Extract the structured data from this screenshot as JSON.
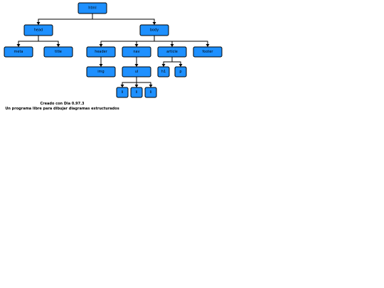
{
  "diagram": {
    "nodes": [
      {
        "id": "html",
        "label": "html"
      },
      {
        "id": "head",
        "label": "head"
      },
      {
        "id": "body",
        "label": "body"
      },
      {
        "id": "meta",
        "label": "meta"
      },
      {
        "id": "title",
        "label": "title"
      },
      {
        "id": "header",
        "label": "header"
      },
      {
        "id": "nav",
        "label": "nav"
      },
      {
        "id": "article",
        "label": "article"
      },
      {
        "id": "footer",
        "label": "footer"
      },
      {
        "id": "img",
        "label": "img"
      },
      {
        "id": "ul",
        "label": "ul"
      },
      {
        "id": "h1",
        "label": "h1"
      },
      {
        "id": "p",
        "label": "p"
      },
      {
        "id": "li1",
        "label": "li"
      },
      {
        "id": "li2",
        "label": "li"
      },
      {
        "id": "li3",
        "label": "li"
      }
    ],
    "edges": [
      {
        "from": "html",
        "to": "head"
      },
      {
        "from": "html",
        "to": "body"
      },
      {
        "from": "head",
        "to": "meta"
      },
      {
        "from": "head",
        "to": "title"
      },
      {
        "from": "body",
        "to": "header"
      },
      {
        "from": "body",
        "to": "nav"
      },
      {
        "from": "body",
        "to": "article"
      },
      {
        "from": "body",
        "to": "footer"
      },
      {
        "from": "header",
        "to": "img"
      },
      {
        "from": "nav",
        "to": "ul"
      },
      {
        "from": "article",
        "to": "h1"
      },
      {
        "from": "article",
        "to": "p"
      },
      {
        "from": "ul",
        "to": "li1"
      },
      {
        "from": "ul",
        "to": "li2"
      },
      {
        "from": "ul",
        "to": "li3"
      }
    ],
    "colors": {
      "node_fill": "#1e90ff",
      "node_stroke": "#000000",
      "edge": "#000000"
    }
  },
  "caption": {
    "line1": "Creado con Dia 0.97.3",
    "line2": "Un programa libre para dibujar diagramas estructurados"
  }
}
